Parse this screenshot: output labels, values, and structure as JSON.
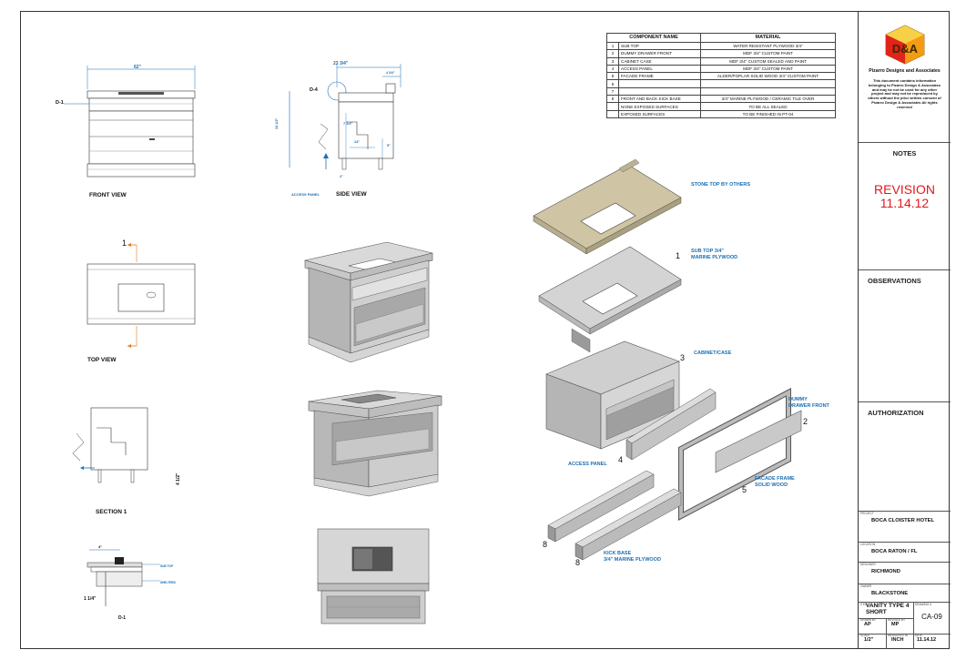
{
  "views": {
    "front_view": "FRONT VIEW",
    "side_view": "SIDE VIEW",
    "top_view": "TOP VIEW",
    "section_1": "SECTION 1",
    "detail": "D-1",
    "access_panel": "ACCESS PANEL"
  },
  "dimensions": {
    "front_width": "62\"",
    "side_depth": "23 3/4\"",
    "side_small": "4 3/4\"",
    "side_height": "34 1/2\"",
    "side_a": "7 1/4\"",
    "side_b": "14\"",
    "side_c": "5\"",
    "side_d": "2\"",
    "section_h": "4 1/2\"",
    "detail_w": "4\"",
    "detail_h": "1 1/4\""
  },
  "markers": {
    "d1": "D-1",
    "d4": "D-4",
    "section_num": "1"
  },
  "component_table": {
    "header_component": "COMPONENT NAME",
    "header_material": "MATERIAL",
    "rows": [
      {
        "num": "1",
        "name": "SUB TOP",
        "material": "WATER RESISTANT PLYWOOD 3/4\""
      },
      {
        "num": "2",
        "name": "DUMMY DRAWER FRONT",
        "material": "MDF 3/4\" CUSTOM PAINT"
      },
      {
        "num": "3",
        "name": "CABINET CASE",
        "material": "MDF 3/4\" CUSTOM SEALED AND PAINT"
      },
      {
        "num": "4",
        "name": "ACCESS PANEL",
        "material": "MDF 3/4\" CUSTOM PAINT"
      },
      {
        "num": "5",
        "name": "FACADE FRAME",
        "material": "ALDER/POPLAR SOLID WOOD 3/4\" CUSTOM PAINT"
      },
      {
        "num": "6",
        "name": "",
        "material": ""
      },
      {
        "num": "7",
        "name": "",
        "material": ""
      },
      {
        "num": "8",
        "name": "FRONT AND BACK KICK BASE",
        "material": "3/4\" MARINE PLYWOOD / CERAMIC TILE OVER"
      },
      {
        "num": "",
        "name": "NONE EXPOSED SURFACES",
        "material": "TO BE ALL SEALED"
      },
      {
        "num": "",
        "name": "EXPOSED SURFACES",
        "material": "TO BE FINISHED IN PT-04"
      }
    ]
  },
  "exploded": {
    "stone_top": "STONE TOP BY OTHERS",
    "sub_top": [
      "SUB TOP 3/4\"",
      "MARINE PLYWOOD"
    ],
    "cabinet": "CABINET/CASE",
    "dummy": [
      "DUMMY",
      "DRAWER FRONT"
    ],
    "access": "ACCESS PANEL",
    "facade": [
      "FACADE FRAME",
      "SOLID WOOD"
    ],
    "kick": [
      "KICK BASE",
      "3/4\" MARINE PLYWOOD"
    ],
    "n1": "1",
    "n2": "2",
    "n3": "3",
    "n4": "4",
    "n5": "5",
    "n8a": "8",
    "n8b": "8"
  },
  "detail_labels": {
    "subtop": "SUB TOP",
    "shelf": "SHELTRED"
  },
  "title_block": {
    "logo_text": "D&A",
    "company": "Pizarro Designs and Associates",
    "disclaimer": "This document contains information belonging to Pizarro Design & Associates and may be not be used for any other project and may not be reproduced by others without the prior written consent of Pizarro Design & Associates All rights reserved",
    "notes": "NOTES",
    "revision_label": "REVISION",
    "revision_date": "11.14.12",
    "observations": "OBSERVATIONS",
    "authorization": "AUTHORIZATION",
    "project_label": "PROJECT",
    "project": "BOCA CLOISTER HOTEL",
    "location_label": "LOCATION",
    "location": "BOCA RATON / FL",
    "designer_label": "DESIGNER",
    "designer": "RICHMOND",
    "owner_label": "OWNER",
    "owner": "BLACKSTONE",
    "item_label": "ITEM",
    "item": "VANITY TYPE 4 SHORT",
    "drawing_label": "DRAWING #",
    "drawing": "CA-09",
    "drawn_label": "DRAWN BY",
    "drawn": "AP",
    "revised_label": "REVISED BY",
    "revised": "MP",
    "scale_label": "SCALE",
    "scale": "1/2\"",
    "units_label": "MEASURES IN",
    "units": "INCH",
    "date_label": "DATE",
    "date": "11.14.12"
  },
  "colors": {
    "accent_blue": "#1a6fb5",
    "revision_red": "#e0191c",
    "stone": "#cfc4a3",
    "wood_gray": "#bdbdbd"
  }
}
